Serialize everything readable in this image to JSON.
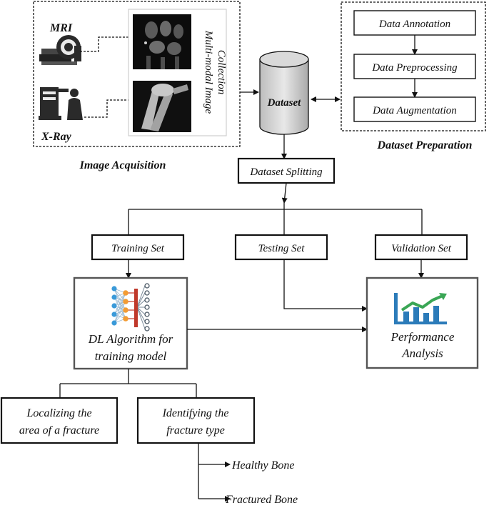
{
  "acquisition": {
    "title": "Image Acquisition",
    "mri_label": "MRI",
    "xray_label": "X-Ray",
    "collection_line1": "Multi-modal Image",
    "collection_line2": "Collection"
  },
  "dataset": {
    "label": "Dataset"
  },
  "preparation": {
    "title": "Dataset Preparation",
    "steps": [
      "Data Annotation",
      "Data Preprocessing",
      "Data Augmentation"
    ]
  },
  "splitting": {
    "label": "Dataset Splitting"
  },
  "sets": {
    "training": "Training Set",
    "testing": "Testing Set",
    "validation": "Validation Set"
  },
  "algorithm": {
    "line1": "DL Algorithm for",
    "line2": "training model"
  },
  "performance": {
    "line1": "Performance",
    "line2": "Analysis"
  },
  "tasks": {
    "localize_line1": "Localizing the",
    "localize_line2": "area of a fracture",
    "identify_line1": "Identifying the",
    "identify_line2": "fracture type"
  },
  "outcomes": {
    "healthy": "Healthy Bone",
    "fractured": "Fractured Bone"
  },
  "colors": {
    "nn_blue": "#3a9ad9",
    "nn_orange": "#f39c34",
    "nn_red": "#c0392b",
    "chart_blue": "#2b7bb9",
    "chart_green": "#3aa655"
  }
}
